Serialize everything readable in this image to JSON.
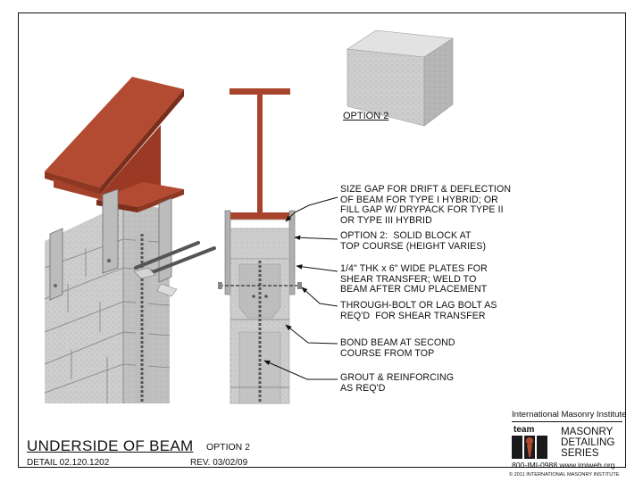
{
  "option_label": "OPTION 2",
  "notes": {
    "gap": "SIZE GAP FOR DRIFT & DEFLECTION\nOF BEAM FOR TYPE I HYBRID; OR\nFILL GAP W/ DRYPACK FOR TYPE II\nOR TYPE III HYBRID",
    "solid_block": "OPTION 2:  SOLID BLOCK AT\nTOP COURSE (HEIGHT VARIES)",
    "plates": "1/4\" THK x 6\" WIDE PLATES FOR\nSHEAR TRANSFER; WELD TO\nBEAM AFTER CMU PLACEMENT",
    "bolt": "THROUGH-BOLT OR LAG BOLT AS\nREQ'D  FOR SHEAR TRANSFER",
    "bond_beam": "BOND BEAM AT SECOND\nCOURSE FROM TOP",
    "grout": "GROUT & REINFORCING\nAS REQ'D"
  },
  "title": {
    "main": "UNDERSIDE OF BEAM",
    "sub": "OPTION 2",
    "detail": "DETAIL 02.120.1202",
    "rev": "REV. 03/02/09"
  },
  "imi": {
    "name": "International Masonry Institute",
    "logo_text": "team",
    "series": "MASONRY\nDETAILING\nSERIES",
    "phone": "800-IMI-0988  www.imiweb.org",
    "copyright": "© 2011 INTERNATIONAL MASONRY INSTITUTE"
  },
  "colors": {
    "steel_beam": "#a8442c",
    "steel_beam_dark": "#7a2e1c",
    "cmu": "#cfcfcf",
    "cmu_shadow": "#a9a9a9",
    "plate": "#b9b9b9"
  }
}
